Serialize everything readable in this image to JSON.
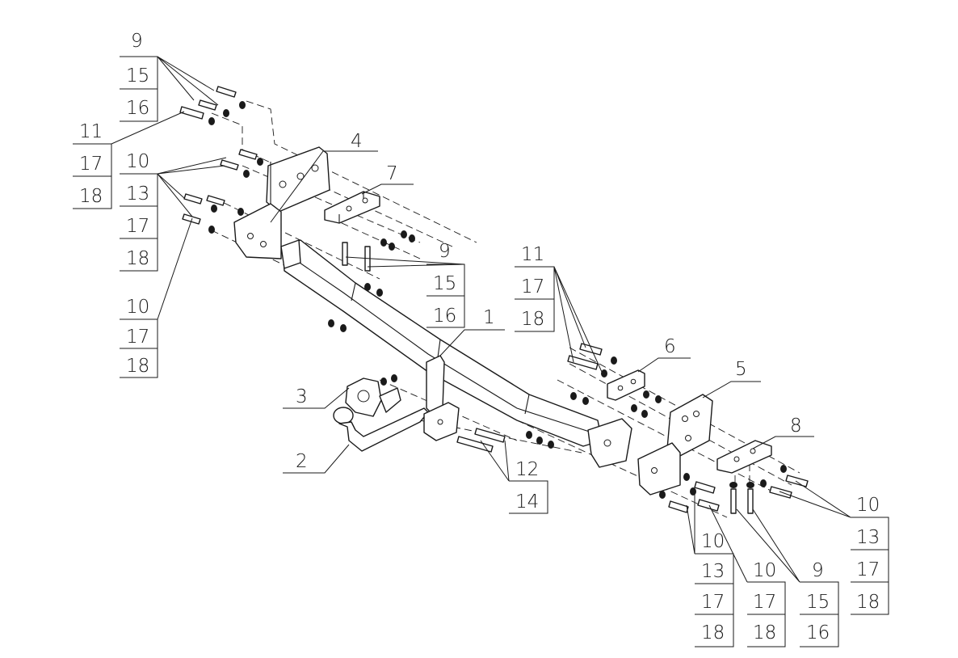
{
  "callouts": [
    {
      "id": "c1",
      "numbers": [
        "9",
        "15",
        "16"
      ]
    },
    {
      "id": "c2",
      "numbers": [
        "11",
        "17",
        "18"
      ]
    },
    {
      "id": "c3",
      "numbers": [
        "10",
        "13",
        "17",
        "18"
      ]
    },
    {
      "id": "c4",
      "numbers": [
        "10",
        "17",
        "18"
      ]
    },
    {
      "id": "c5",
      "numbers": [
        "4"
      ]
    },
    {
      "id": "c6",
      "numbers": [
        "7"
      ]
    },
    {
      "id": "c7",
      "numbers": [
        "9",
        "15",
        "16"
      ]
    },
    {
      "id": "c8",
      "numbers": [
        "11",
        "17",
        "18"
      ]
    },
    {
      "id": "c9",
      "numbers": [
        "1"
      ]
    },
    {
      "id": "c10",
      "numbers": [
        "6"
      ]
    },
    {
      "id": "c11",
      "numbers": [
        "5"
      ]
    },
    {
      "id": "c12",
      "numbers": [
        "3"
      ]
    },
    {
      "id": "c13",
      "numbers": [
        "2"
      ]
    },
    {
      "id": "c14",
      "numbers": [
        "12",
        "14"
      ]
    },
    {
      "id": "c15",
      "numbers": [
        "8"
      ]
    },
    {
      "id": "c16",
      "numbers": [
        "10",
        "13",
        "17",
        "18"
      ]
    },
    {
      "id": "c17",
      "numbers": [
        "10",
        "13",
        "17",
        "18"
      ]
    },
    {
      "id": "c18",
      "numbers": [
        "10",
        "17",
        "18"
      ]
    },
    {
      "id": "c19",
      "numbers": [
        "9",
        "15",
        "16"
      ]
    }
  ]
}
